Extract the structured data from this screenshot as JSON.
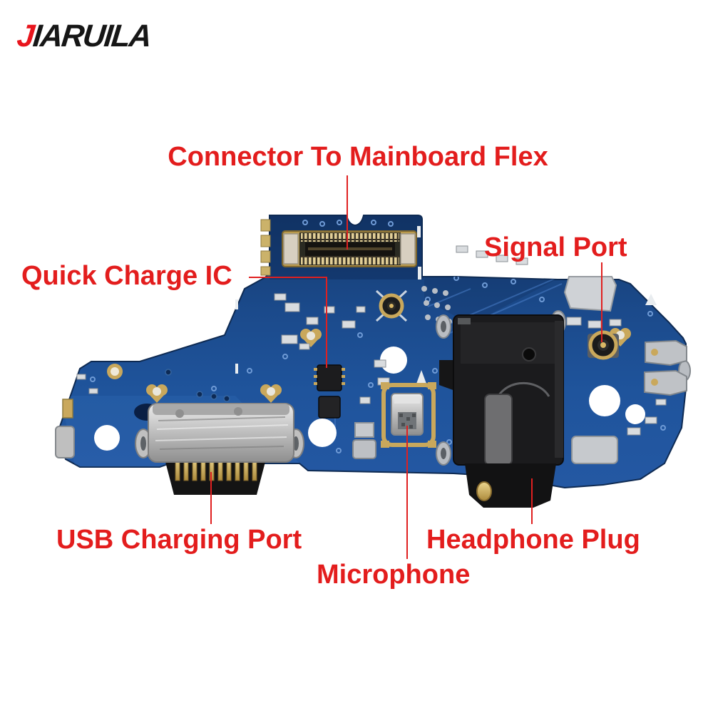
{
  "page": {
    "type": "annotated-product-photo",
    "background": "#ffffff",
    "accent_red": "#e31d1d"
  },
  "brand": {
    "name": "JIARUILA",
    "logo_first_letter": "J",
    "logo_rest": "IARUILA",
    "logo_red": "#e8151d",
    "logo_dark": "#161616"
  },
  "labels": {
    "connector_to_mainboard_flex": "Connector To Mainboard Flex",
    "signal_port": "Signal Port",
    "quick_charge_ic": "Quick Charge IC",
    "usb_charging_port": "USB Charging Port",
    "microphone": "Microphone",
    "headphone_plug": "Headphone Plug"
  },
  "board": {
    "description": "Blue USB charging dock flex PCB",
    "pcb_blue": "#1d4f93",
    "gold": "#c9a85c",
    "components": [
      {
        "name": "mainboard-flex-connector",
        "label": "Connector To Mainboard Flex"
      },
      {
        "name": "quick-charge-ic",
        "label": "Quick Charge IC"
      },
      {
        "name": "signal-port-coax-connector",
        "label": "Signal Port"
      },
      {
        "name": "usb-charging-port",
        "label": "USB Charging Port"
      },
      {
        "name": "microphone",
        "label": "Microphone"
      },
      {
        "name": "headphone-plug-jack",
        "label": "Headphone Plug"
      }
    ]
  }
}
